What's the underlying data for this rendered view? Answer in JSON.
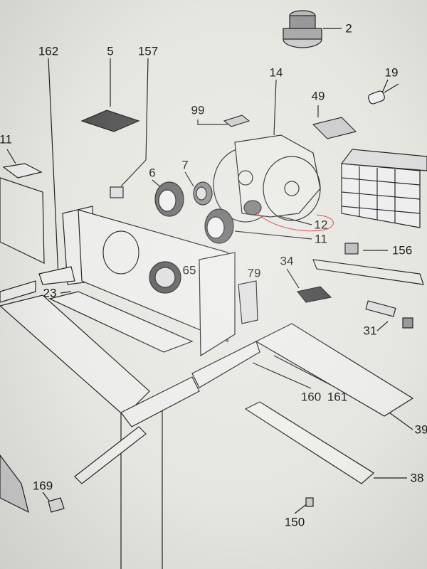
{
  "diagram": {
    "title": "Exploded parts diagram",
    "part_labels": [
      {
        "id": "2",
        "text": "2"
      },
      {
        "id": "162",
        "text": "162"
      },
      {
        "id": "5",
        "text": "5"
      },
      {
        "id": "157",
        "text": "157"
      },
      {
        "id": "14",
        "text": "14"
      },
      {
        "id": "19",
        "text": "19"
      },
      {
        "id": "99",
        "text": "99"
      },
      {
        "id": "49",
        "text": "49"
      },
      {
        "id": "11a",
        "text": "11"
      },
      {
        "id": "6",
        "text": "6"
      },
      {
        "id": "7",
        "text": "7"
      },
      {
        "id": "12",
        "text": "12"
      },
      {
        "id": "11b",
        "text": "11"
      },
      {
        "id": "156",
        "text": "156"
      },
      {
        "id": "65",
        "text": "65"
      },
      {
        "id": "79",
        "text": "79"
      },
      {
        "id": "34",
        "text": "34"
      },
      {
        "id": "23",
        "text": "23"
      },
      {
        "id": "31",
        "text": "31"
      },
      {
        "id": "160",
        "text": "160"
      },
      {
        "id": "161",
        "text": "161"
      },
      {
        "id": "39",
        "text": "39"
      },
      {
        "id": "38",
        "text": "38"
      },
      {
        "id": "169",
        "text": "169"
      },
      {
        "id": "150",
        "text": "150"
      }
    ],
    "highlight_color": "#d8343a",
    "line_color": "#222222"
  }
}
